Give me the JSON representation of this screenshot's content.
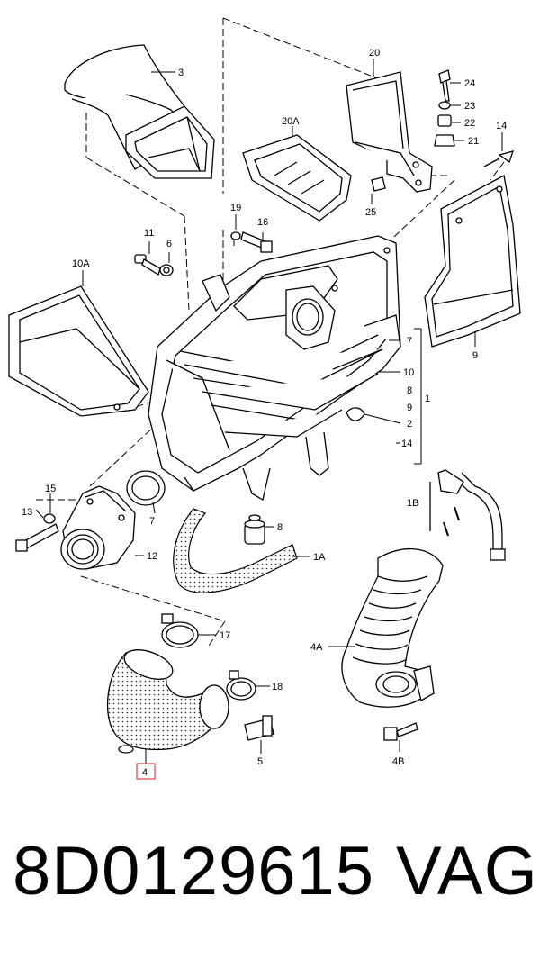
{
  "diagram": {
    "callouts": {
      "c3": "3",
      "c20": "20",
      "c20a": "20A",
      "c24": "24",
      "c23": "23",
      "c22": "22",
      "c21": "21",
      "c14_top": "14",
      "c19": "19",
      "c16": "16",
      "c11": "11",
      "c6": "6",
      "c25": "25",
      "c10a": "10A",
      "c7_right": "7",
      "c10": "10",
      "c8_right": "8",
      "c9_right": "9",
      "c1": "1",
      "c2": "2",
      "c14_right": "14",
      "c9_panel": "9",
      "c15": "15",
      "c13": "13",
      "c7_gasket": "7",
      "c12": "12",
      "c8_mount": "8",
      "c1a": "1A",
      "c1b": "1B",
      "c4a": "4A",
      "c17": "17",
      "c18": "18",
      "c5": "5",
      "c4b": "4B",
      "c4": "4"
    },
    "highlight_color": "#e0404a"
  },
  "footer": {
    "part_number": "8D0129615",
    "brand": "VAG"
  }
}
